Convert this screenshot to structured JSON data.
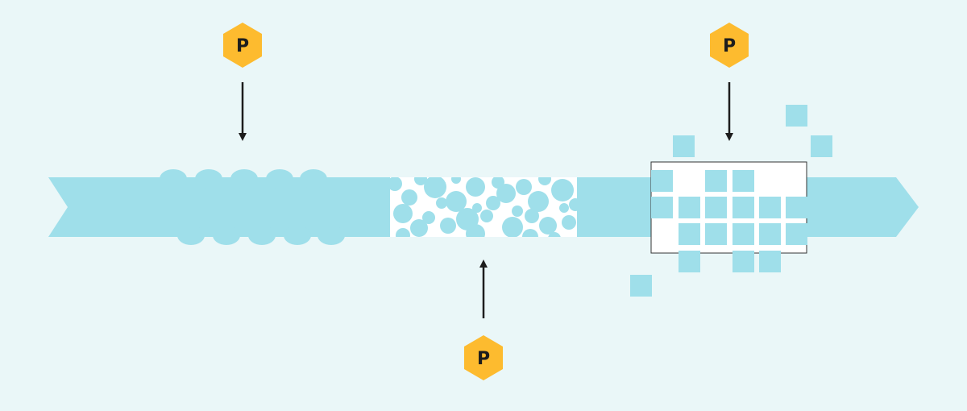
{
  "colors": {
    "background": "#eaf7f8",
    "band": "#9fdfea",
    "badge": "#fdbb2f",
    "badge_text": "#1d1d1d",
    "arrow": "#1d1d1d",
    "box_fill": "#ffffff",
    "box_border": "#333333"
  },
  "badges": [
    {
      "id": "left",
      "label": "P",
      "direction": "down"
    },
    {
      "id": "middle",
      "label": "P",
      "direction": "up"
    },
    {
      "id": "right",
      "label": "P",
      "direction": "down"
    }
  ],
  "icons": {
    "badge_shape": "hexagon-icon",
    "band_shape": "chevron-arrow-icon"
  }
}
